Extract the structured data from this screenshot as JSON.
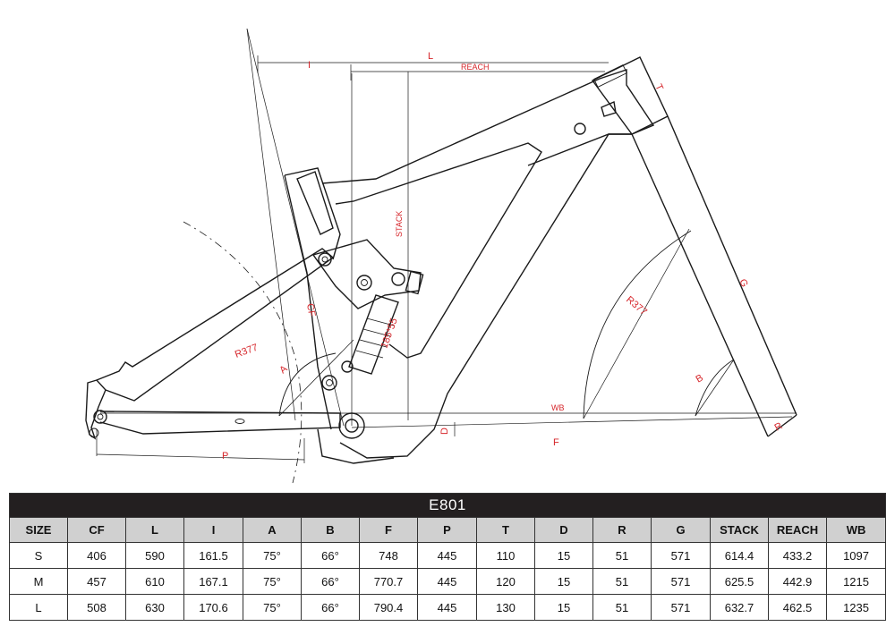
{
  "diagram": {
    "labels": {
      "L": "L",
      "I": "I",
      "REACH": "REACH",
      "T": "T",
      "STACK": "STACK",
      "CF": "CF",
      "R377_left": "R377",
      "R377_right": "R377",
      "A": "A",
      "B": "B",
      "G": "G",
      "R": "R",
      "WB": "WB",
      "D": "D",
      "F": "F",
      "P": "P",
      "shock": "185*55"
    }
  },
  "table": {
    "title": "E801",
    "headers": [
      "SIZE",
      "CF",
      "L",
      "I",
      "A",
      "B",
      "F",
      "P",
      "T",
      "D",
      "R",
      "G",
      "STACK",
      "REACH",
      "WB"
    ],
    "rows": [
      [
        "S",
        "406",
        "590",
        "161.5",
        "75°",
        "66°",
        "748",
        "445",
        "110",
        "15",
        "51",
        "571",
        "614.4",
        "433.2",
        "1097"
      ],
      [
        "M",
        "457",
        "610",
        "167.1",
        "75°",
        "66°",
        "770.7",
        "445",
        "120",
        "15",
        "51",
        "571",
        "625.5",
        "442.9",
        "1215"
      ],
      [
        "L",
        "508",
        "630",
        "170.6",
        "75°",
        "66°",
        "790.4",
        "445",
        "130",
        "15",
        "51",
        "571",
        "632.7",
        "462.5",
        "1235"
      ]
    ]
  }
}
